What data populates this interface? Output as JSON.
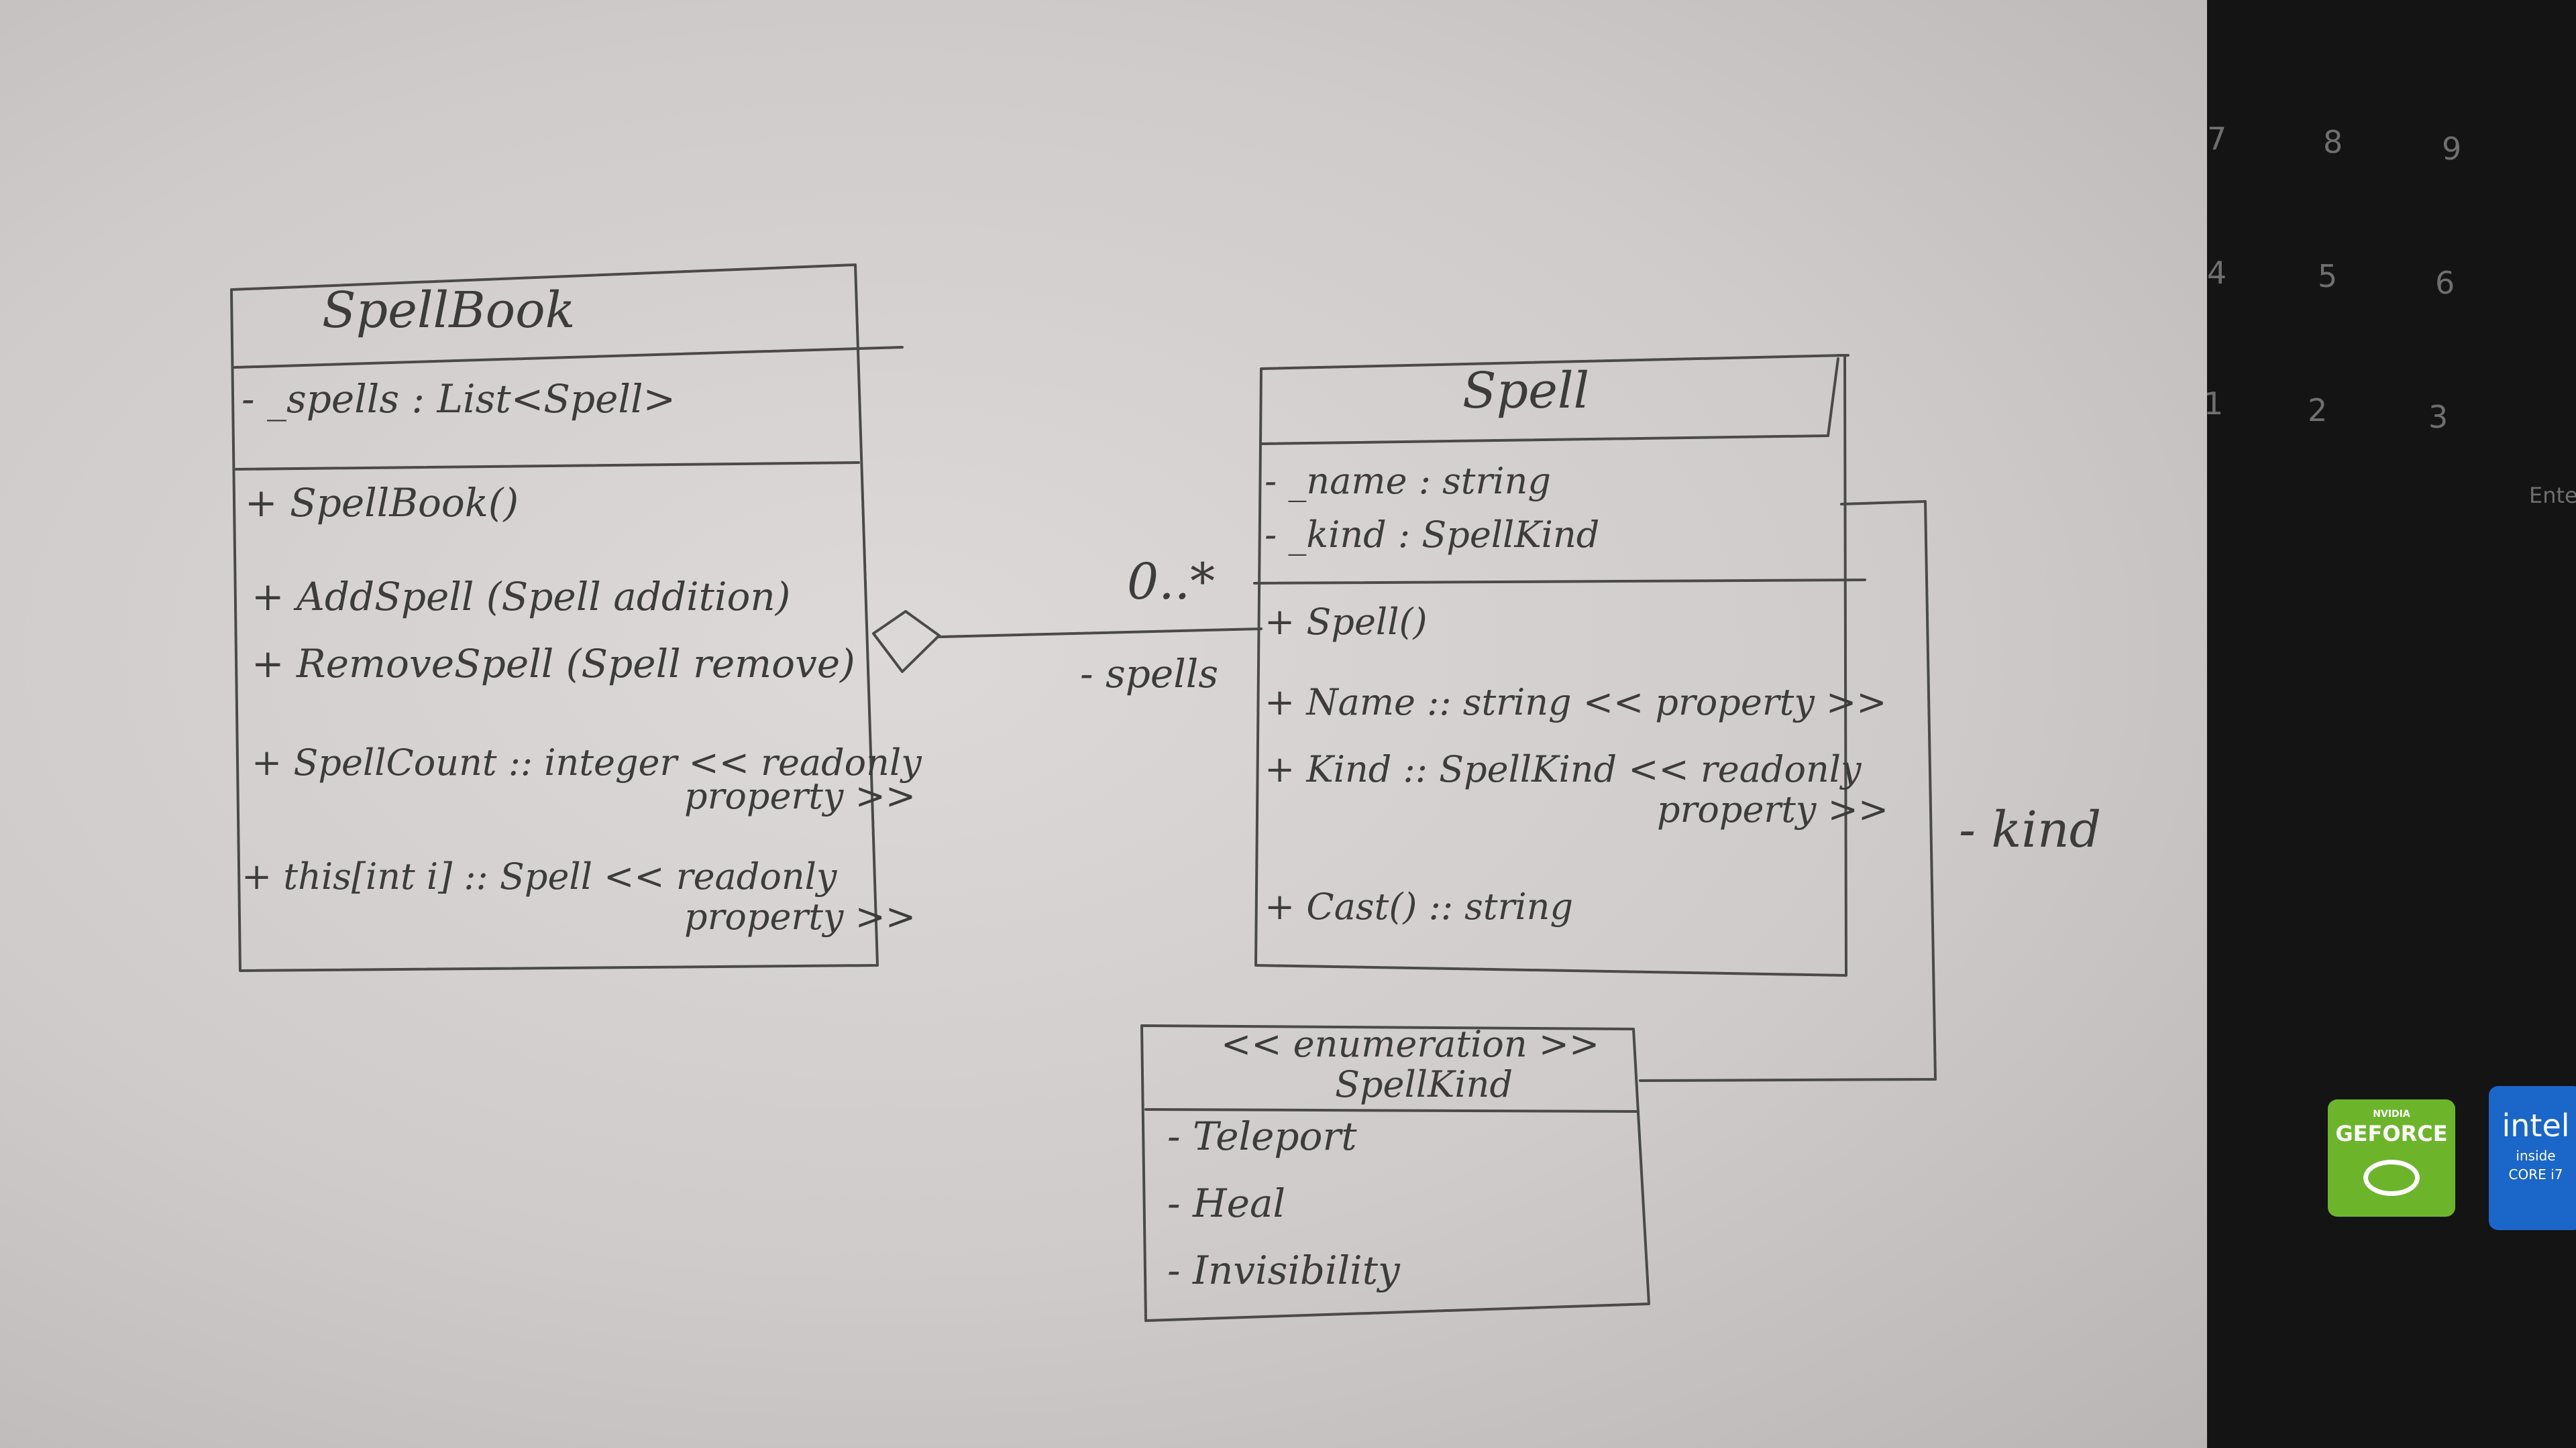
{
  "diagram": {
    "spellbook": {
      "title": "SpellBook",
      "attributes": [
        "- _spells : List<Spell>"
      ],
      "methods": [
        "+ SpellBook()",
        "+ AddSpell (Spell addition)",
        "+ RemoveSpell (Spell remove)",
        "+ SpellCount :: integer << readonly",
        "property >>",
        "+ this[int i] :: Spell << readonly",
        "property >>"
      ]
    },
    "spell": {
      "title": "Spell",
      "attributes": [
        "- _name : string",
        "- _kind : SpellKind"
      ],
      "methods": [
        "+ Spell()",
        "+ Name :: string << property >>",
        "+ Kind :: SpellKind << readonly",
        "property >>",
        "+ Cast() :: string"
      ]
    },
    "spellkind": {
      "stereotype": "<< enumeration >>",
      "title": "SpellKind",
      "values": [
        "- Teleport",
        "- Heal",
        "- Invisibility"
      ]
    },
    "aggregation": {
      "multiplicity": "0..*",
      "role": "- spells"
    },
    "association": {
      "role": "- kind"
    }
  },
  "background": {
    "keypad": [
      "7",
      "8",
      "9",
      "4",
      "5",
      "6",
      "1",
      "2",
      "3"
    ],
    "enter_key": "Ente",
    "stickers": {
      "nvidia": [
        "NVIDIA",
        "GEFORCE"
      ],
      "intel": [
        "intel",
        "inside",
        "CORE i7"
      ]
    }
  }
}
